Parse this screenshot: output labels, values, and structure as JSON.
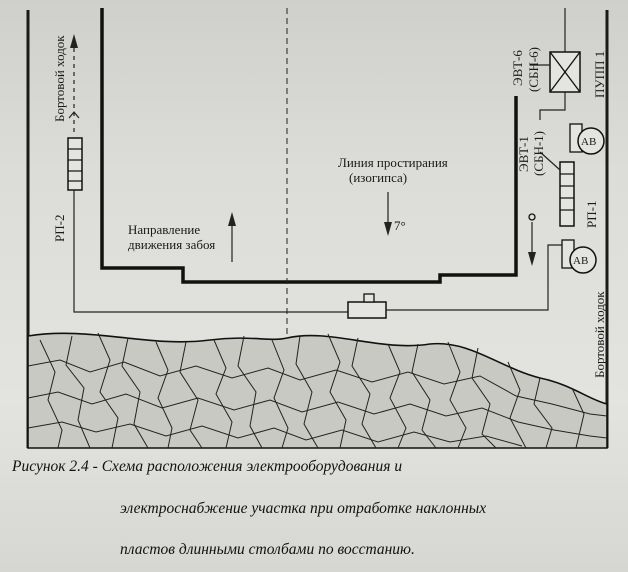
{
  "labels": {
    "left_gallery": "Бортовой ходок",
    "right_gallery": "Бортовой ходок",
    "rp2": "РП-2",
    "rp1": "РП-1",
    "pupp": "ПУПП 1",
    "evt6": "ЭВТ-6",
    "sbn6": "(СБН-6)",
    "evt1": "ЭВТ-1",
    "sbn1": "(СБН-1)",
    "av": "АВ",
    "strike_line_1": "Линия простирания",
    "strike_line_2": "(изогипса)",
    "angle": "7°",
    "direction_1": "Направление",
    "direction_2": "движения забоя"
  },
  "caption": {
    "line1": "Рисунок 2.4 - Схема расположения электрооборудования и",
    "line2": "электроснабжение участка при отработке наклонных",
    "line3": "пластов длинными столбами по восстанию."
  },
  "colors": {
    "ink": "#1a1a1a",
    "paper": "#dcdcd8"
  }
}
